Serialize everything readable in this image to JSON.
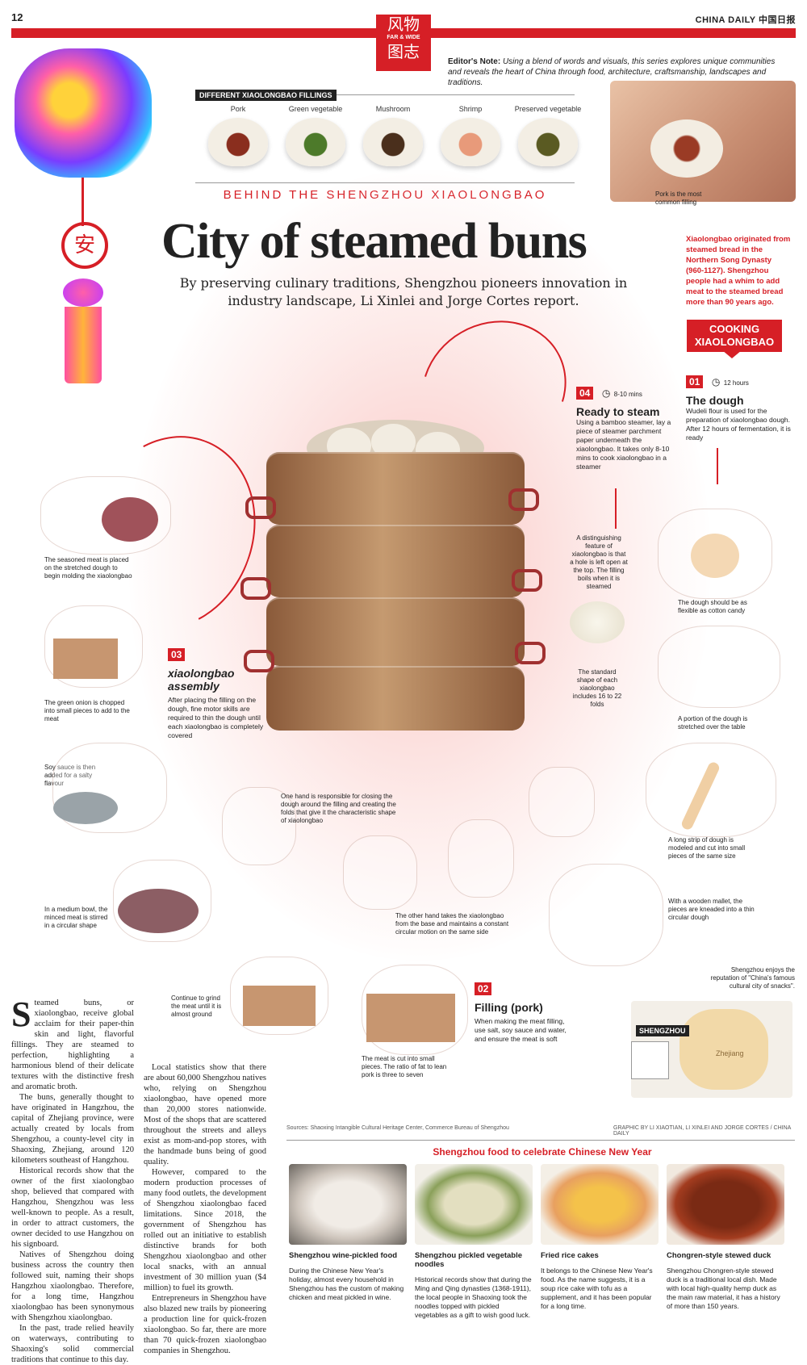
{
  "page": {
    "number": "12",
    "masthead": "CHINA DAILY 中国日报"
  },
  "seal": {
    "top": "风物",
    "sub": "FAR & WIDE",
    "bottom": "图志"
  },
  "editors_note": {
    "label": "Editor's Note:",
    "text": "Using a blend of words and visuals, this series explores unique communities and reveals the heart of China through food, architecture, craftsmanship, landscapes and traditions."
  },
  "fillings": {
    "label": "DIFFERENT XIAOLONGBAO FILLINGS",
    "items": [
      {
        "name": "Pork",
        "color": "#8a2e1e"
      },
      {
        "name": "Green vegetable",
        "color": "#4d7a2a"
      },
      {
        "name": "Mushroom",
        "color": "#4a2f1c"
      },
      {
        "name": "Shrimp",
        "color": "#e89a7a"
      },
      {
        "name": "Preserved vegetable",
        "color": "#5a5a22"
      }
    ]
  },
  "kicker": "BEHIND THE SHENGZHOU XIAOLONGBAO",
  "headline": "City of steamed buns",
  "subhead": "By preserving culinary traditions, Shengzhou pioneers innovation in industry landscape, Li Xinlei and Jorge Cortes report.",
  "photo_note": "Pork is the most common filling",
  "history_note": "Xiaolongbao originated from steamed bread in the Northern Song Dynasty (960-1127). Shengzhou people had a whim to add meat to the steamed bread more than 90 years ago.",
  "cooking_label": "COOKING XIAOLONGBAO",
  "steps": [
    {
      "num": "01",
      "time": "12 hours",
      "title": "The dough",
      "text": "Wudeli flour is used for the preparation of xiaolongbao dough. After 12 hours of fermentation, it is ready"
    },
    {
      "num": "02",
      "title": "Filling (pork)",
      "text": "When making the meat filling, use salt, soy sauce and water, and ensure the meat is soft"
    },
    {
      "num": "03",
      "title": "xiaolongbao assembly",
      "text": "After placing the filling on the dough, fine motor skills are required to thin the dough until each xiaolongbao is completely covered"
    },
    {
      "num": "04",
      "time": "8-10 mins",
      "title": "Ready to steam",
      "text": "Using a bamboo steamer, lay a piece of steamer parchment paper underneath the xiaolongbao. It takes only 8-10 mins to cook xiaolongbao in a steamer"
    }
  ],
  "notes": {
    "dough1": "The dough should be as flexible as cotton candy",
    "dough2": "A portion of the dough is stretched over the table",
    "dough3": "A long strip of dough is modeled and cut into small pieces of the same size",
    "dough4": "With a wooden mallet, the pieces are kneaded into a thin circular dough",
    "hole": "A distinguishing feature of xiaolongbao is that a hole is left open at the top. The filling boils when it is steamed",
    "folds": "The standard shape of each xiaolongbao includes 16 to 22 folds",
    "seasoned": "The seasoned meat is placed on the stretched dough to begin molding the xiaolongbao",
    "onion": "The green onion is chopped into small pieces to add to the meat",
    "soy": "Soy sauce is then added for a salty flavour",
    "stir": "In a medium bowl, the minced meat is stirred in a circular shape",
    "grind": "Continue to grind the meat until it is almost ground",
    "cut": "The meat is cut into small pieces. The ratio of fat to lean pork is three to seven",
    "onehand": "One hand is responsible for closing the dough around the filling and creating the folds that give it the characteristic shape of xiaolongbao",
    "otherhand": "The other hand takes the xiaolongbao from the base and maintains a constant circular motion on the same side"
  },
  "map": {
    "note": "Shengzhou enjoys the reputation of \"China's famous cultural city of snacks\".",
    "city": "SHENGZHOU",
    "province": "Zhejiang"
  },
  "sources": "Sources: Shaoxing Intangible Cultural Heritage Center, Commerce Bureau of Shengzhou",
  "credit": "GRAPHIC BY LI XIAOTIAN, LI XINLEI AND JORGE CORTES / CHINA DAILY",
  "article": {
    "dropcap": "S",
    "col1": [
      "teamed buns, or xiaolongbao, receive global acclaim for their paper-thin skin and light, flavorful fillings. They are steamed to perfection, highlighting a harmonious blend of their delicate textures with the distinctive fresh and aromatic broth.",
      "The buns, generally thought to have originated in Hangzhou, the capital of Zhejiang province, were actually created by locals from Shengzhou, a county-level city in Shaoxing, Zhejiang, around 120 kilometers southeast of Hangzhou.",
      "Historical records show that the owner of the first xiaolongbao shop, believed that compared with Hangzhou, Shengzhou was less well-known to people. As a result, in order to attract customers, the owner decided to use Hangzhou on his signboard.",
      "Natives of Shengzhou doing business across the country then followed suit, naming their shops Hangzhou xiaolongbao. Therefore, for a long time, Hangzhou xiaolongbao has been synonymous with Shengzhou xiaolongbao.",
      "In the past, trade relied heavily on waterways, contributing to Shaoxing's solid commercial traditions that continue to this day."
    ],
    "col2": [
      "Local statistics show that there are about 60,000 Shengzhou natives who, relying on Shengzhou xiaolongbao, have opened more than 20,000 stores nationwide. Most of the shops that are scattered throughout the streets and alleys exist as mom-and-pop stores, with the handmade buns being of good quality.",
      "However, compared to the modern production processes of many food outlets, the development of Shengzhou xiaolongbao faced limitations. Since 2018, the government of Shengzhou has rolled out an initiative to establish distinctive brands for both Shengzhou xiaolongbao and other local snacks, with an annual investment of 30 million yuan ($4 million) to fuel its growth.",
      "Entrepreneurs in Shengzhou have also blazed new trails by pioneering a production line for quick-frozen xiaolongbao. So far, there are more than 70 quick-frozen xiaolongbao companies in Shengzhou."
    ]
  },
  "food": {
    "heading": "Shengzhou food to celebrate Chinese New Year",
    "items": [
      {
        "title": "Shengzhou wine-pickled food",
        "text": "During the Chinese New Year's holiday, almost every household in Shengzhou has the custom of making chicken and meat pickled in wine.",
        "color": "#cfc6bd"
      },
      {
        "title": "Shengzhou pickled vegetable noodles",
        "text": "Historical records show that during the Ming and Qing dynasties (1368-1911), the local people in Shaoxing took the noodles topped with pickled vegetables as a gift to wish good luck.",
        "color": "#d8d2a8"
      },
      {
        "title": "Fried rice cakes",
        "text": "It belongs to the Chinese New Year's food. As the name suggests, it is a soup rice cake with tofu as a supplement, and it has been popular for a long time.",
        "color": "#e8b874"
      },
      {
        "title": "Chongren-style stewed duck",
        "text": "Shengzhou Chongren-style stewed duck is a traditional local dish. Made with local high-quality hemp duck as the main raw material, it has a history of more than 150 years.",
        "color": "#7a2a14"
      }
    ]
  },
  "colors": {
    "accent": "#d61f26",
    "wood": "#b88a60"
  }
}
